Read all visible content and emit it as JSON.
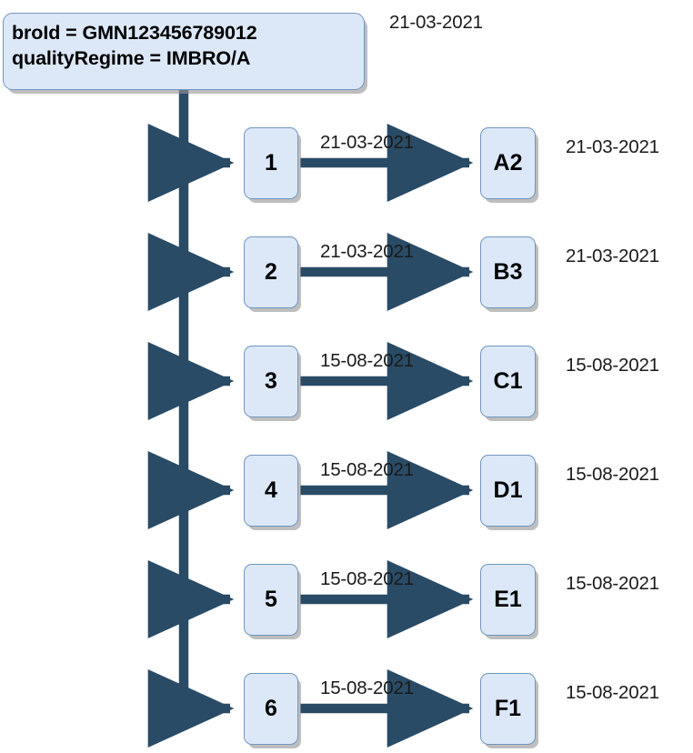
{
  "diagram": {
    "title_box": {
      "line1": "broId = GMN123456789012",
      "line2": "qualityRegime = IMBRO/A"
    },
    "title_date": "21-03-2021",
    "colors": {
      "node_fill": "#dce8f8",
      "node_border": "#7096c0",
      "connector": "#2a4b66",
      "text": "#1a1a1a",
      "shadow": "#969696"
    },
    "rows": [
      {
        "number": "1",
        "edge_label": "21-03-2021",
        "version": "A2",
        "date": "21-03-2021"
      },
      {
        "number": "2",
        "edge_label": "21-03-2021",
        "version": "B3",
        "date": "21-03-2021"
      },
      {
        "number": "3",
        "edge_label": "15-08-2021",
        "version": "C1",
        "date": "15-08-2021"
      },
      {
        "number": "4",
        "edge_label": "15-08-2021",
        "version": "D1",
        "date": "15-08-2021"
      },
      {
        "number": "5",
        "edge_label": "15-08-2021",
        "version": "E1",
        "date": "15-08-2021"
      },
      {
        "number": "6",
        "edge_label": "15-08-2021",
        "version": "F1",
        "date": "15-08-2021"
      }
    ]
  }
}
